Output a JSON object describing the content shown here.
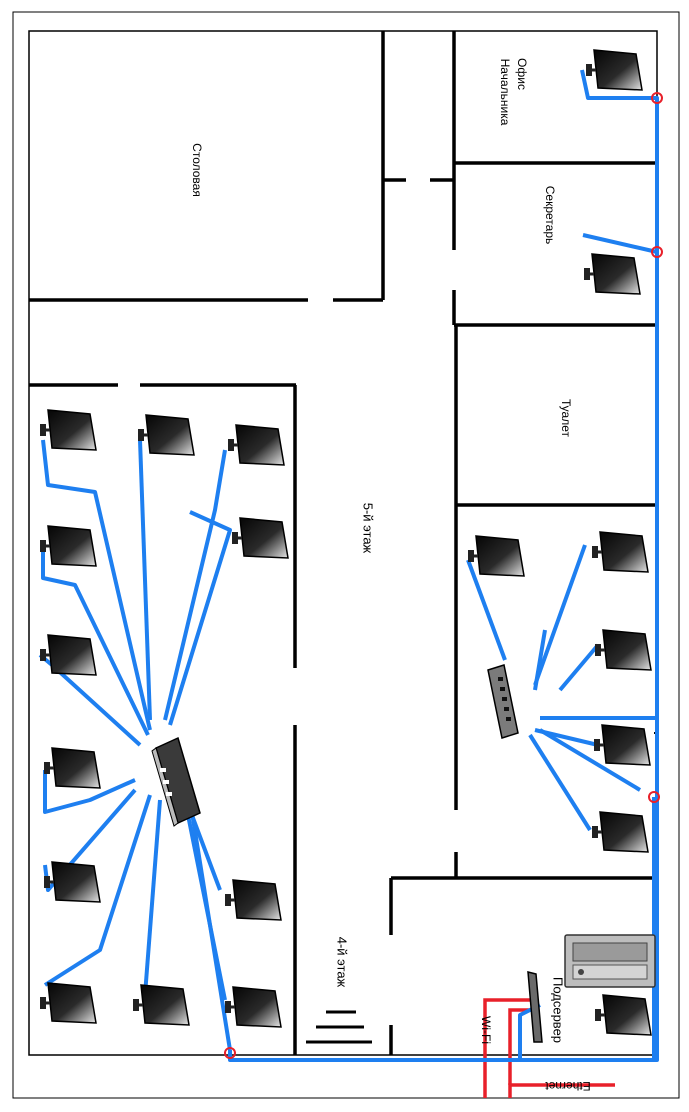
{
  "rooms": {
    "director_office": "Офис Начальника",
    "director_office_l1": "Офис",
    "director_office_l2": "Начальника",
    "canteen": "Столовая",
    "secretary": "Секретарь",
    "toilet": "Туалет",
    "corridor": "5-й этаж",
    "stairs": "4-й этаж",
    "server_room": "Подсервер"
  },
  "legend": {
    "wifi": "Wi-Fi",
    "ethernet": "Ethernet"
  },
  "colors": {
    "wall": "#000000",
    "cable": "#1e7ff0",
    "uplink": "#e8202a",
    "monitor_dark": "#111111",
    "monitor_light": "#d8d8d8"
  }
}
